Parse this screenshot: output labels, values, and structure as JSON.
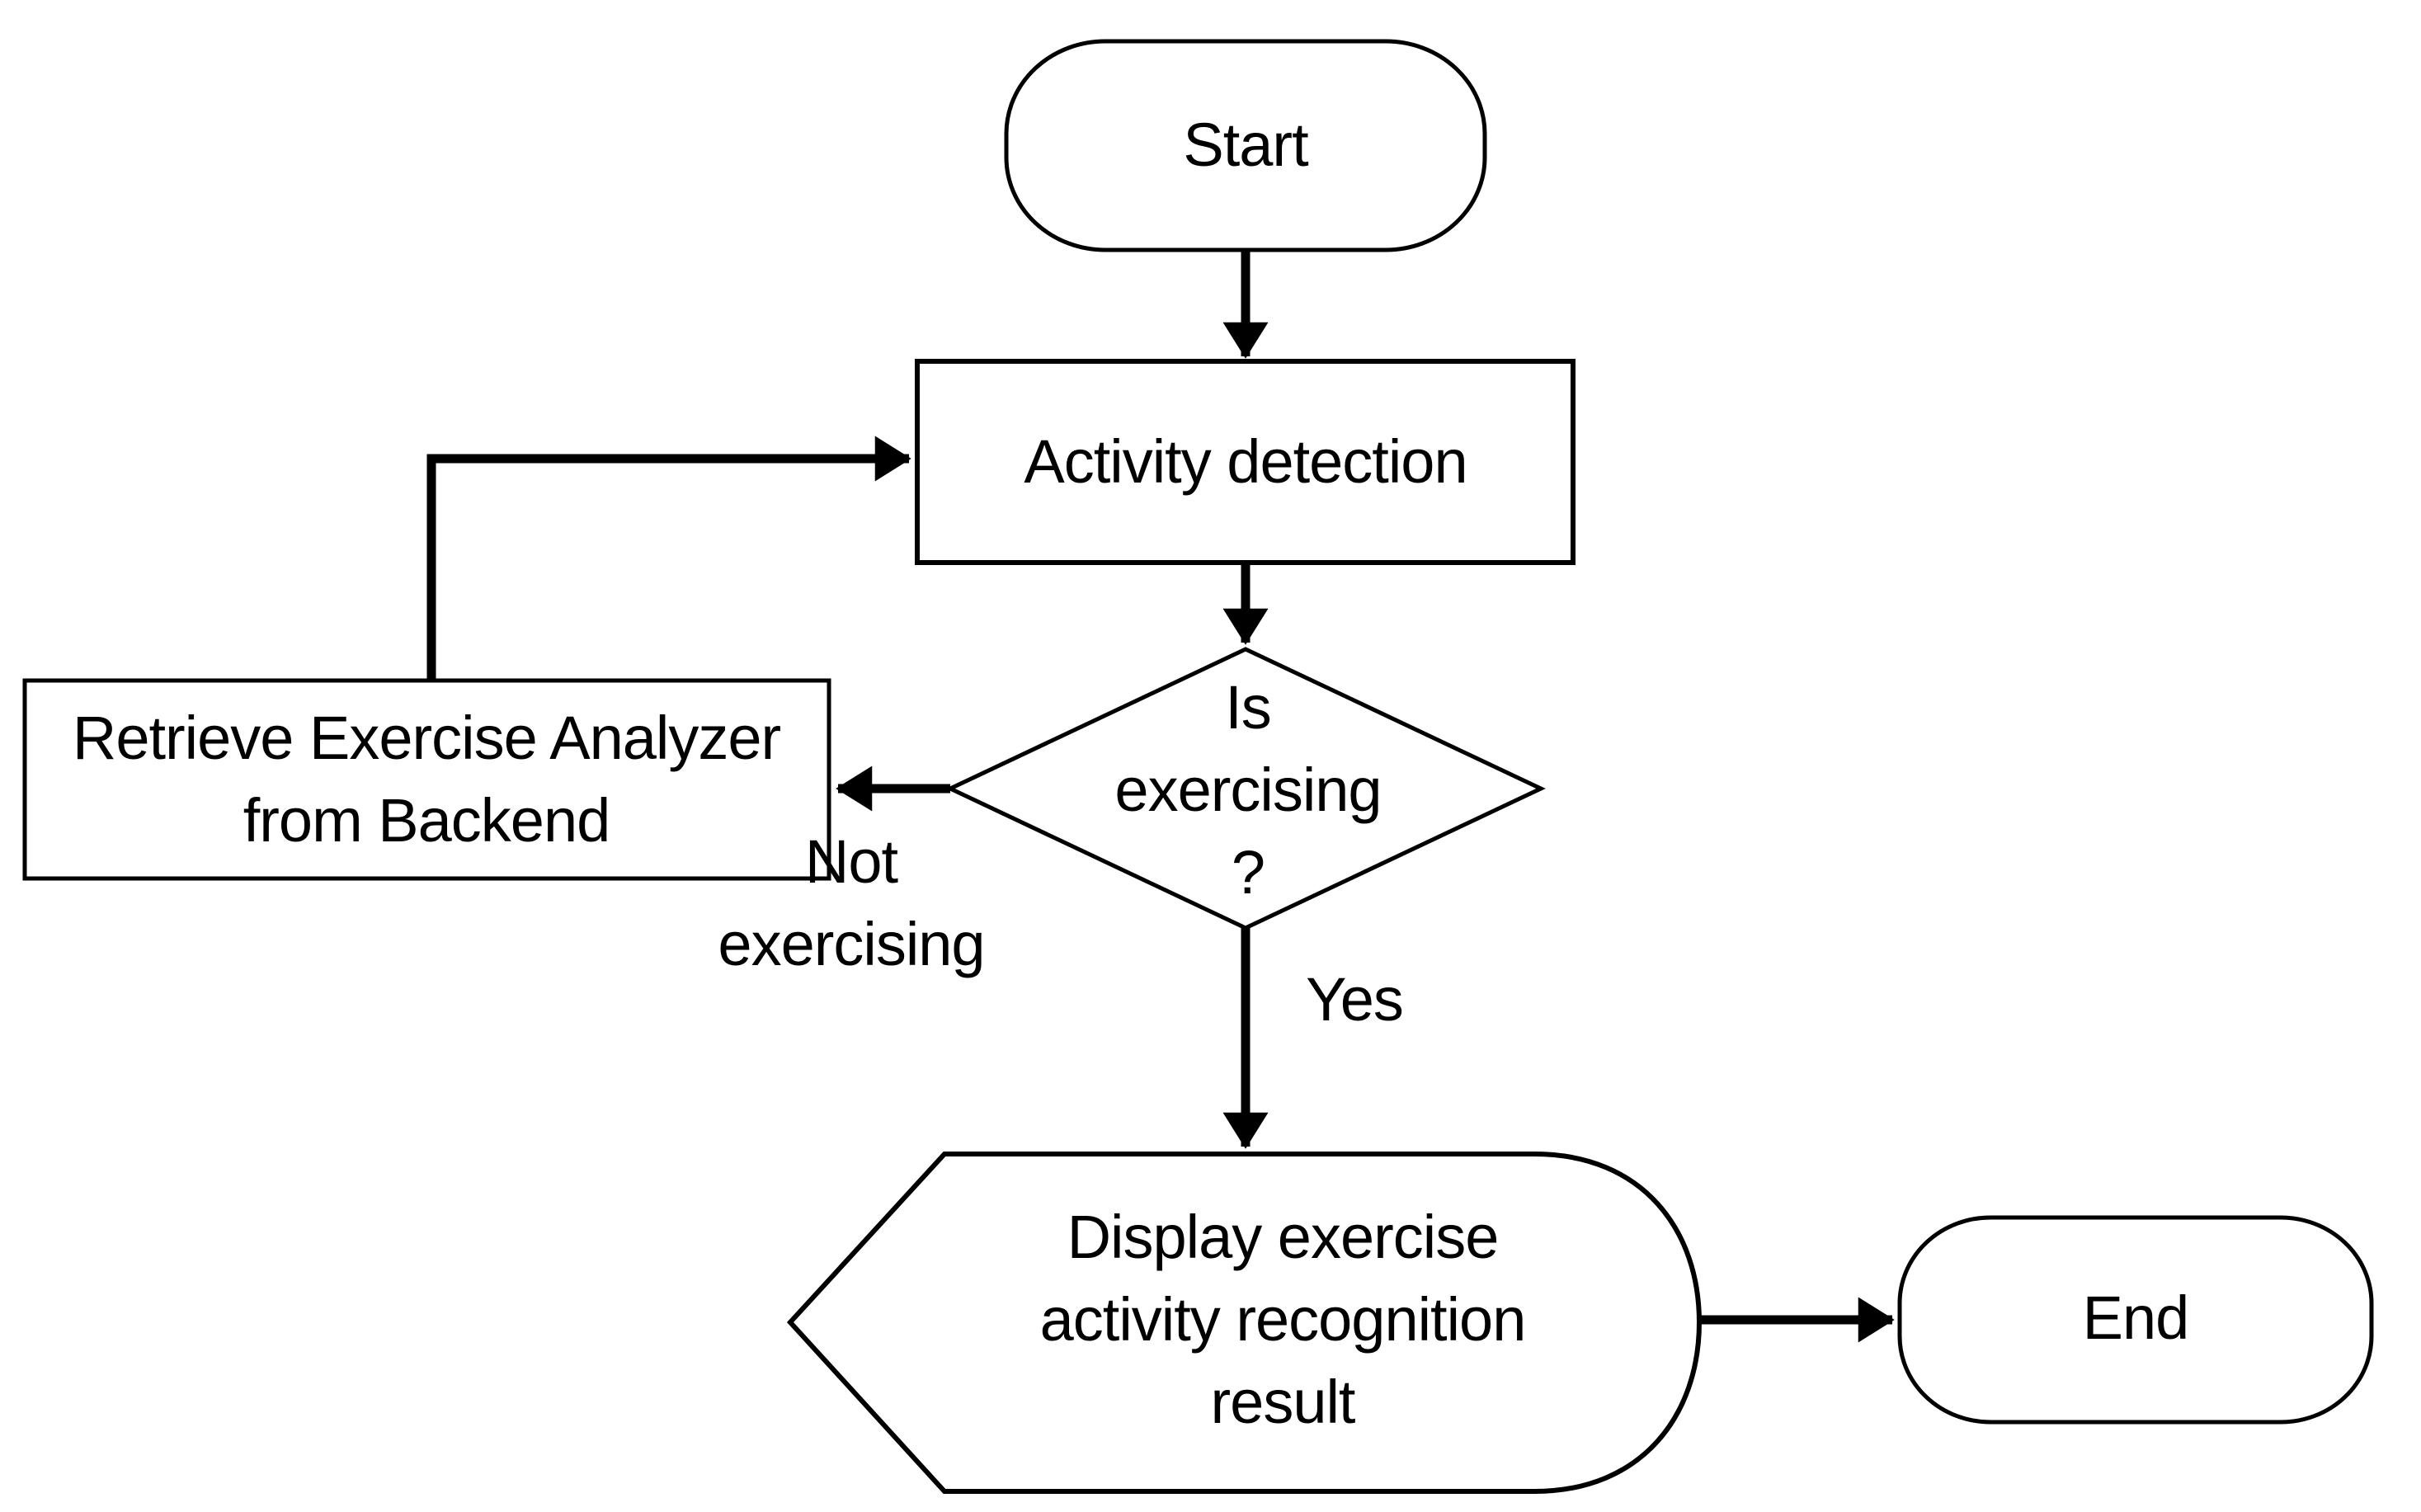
{
  "page": {
    "background": "#ffffff"
  },
  "diagram": {
    "type": "flowchart",
    "nodes": {
      "start": {
        "label": "Start",
        "shape": "terminator"
      },
      "activity_detection": {
        "label": "Activity detection",
        "shape": "process"
      },
      "is_exercising": {
        "label": "Is\nexercising\n?",
        "shape": "decision"
      },
      "retrieve_analyzer": {
        "label": "Retrieve Exercise Analyzer\nfrom Backend",
        "shape": "process"
      },
      "display_result": {
        "label": "Display exercise\nactivity recognition\nresult",
        "shape": "display"
      },
      "end": {
        "label": "End",
        "shape": "terminator"
      }
    },
    "edges": [
      {
        "from": "start",
        "to": "activity_detection",
        "label": ""
      },
      {
        "from": "activity_detection",
        "to": "is_exercising",
        "label": ""
      },
      {
        "from": "is_exercising",
        "to": "retrieve_analyzer",
        "label": "Not\nexercising"
      },
      {
        "from": "retrieve_analyzer",
        "to": "activity_detection",
        "label": ""
      },
      {
        "from": "is_exercising",
        "to": "display_result",
        "label": "Yes"
      },
      {
        "from": "display_result",
        "to": "end",
        "label": ""
      }
    ],
    "colors": {
      "stroke": "#000000",
      "node_fill": "#ffffff",
      "text": "#000000"
    }
  }
}
